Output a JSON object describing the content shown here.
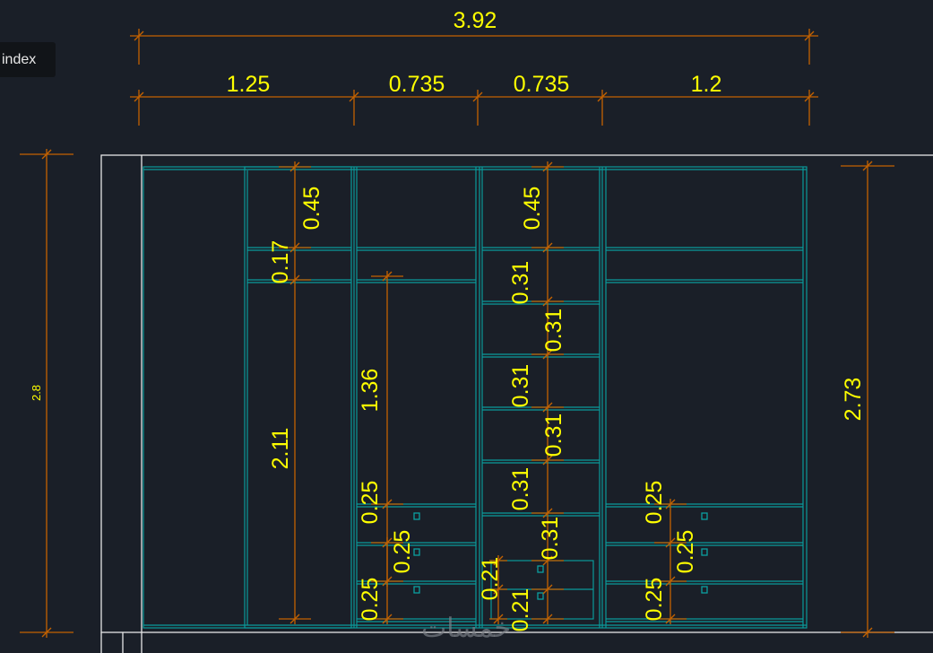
{
  "tab": {
    "label": "index"
  },
  "dimensions": {
    "overall_width": "3.92",
    "segments": [
      "1.25",
      "0.735",
      "0.735",
      "1.2"
    ],
    "total_height": "2.8",
    "interior_height": "2.73",
    "inner": [
      "0.45",
      "0.17",
      "2.11",
      "1.36",
      "0.25",
      "0.25",
      "0.25",
      "0.45",
      "0.31",
      "0.31",
      "0.31",
      "0.31",
      "0.31",
      "0.31",
      "0.21",
      "0.21",
      "0.25",
      "0.25",
      "0.25"
    ]
  },
  "watermark": "خمسات",
  "colors": {
    "dimension": "#c46200",
    "cabinet": "#0a9a9a",
    "label": "#ffff00",
    "background": "#1a1f28"
  }
}
